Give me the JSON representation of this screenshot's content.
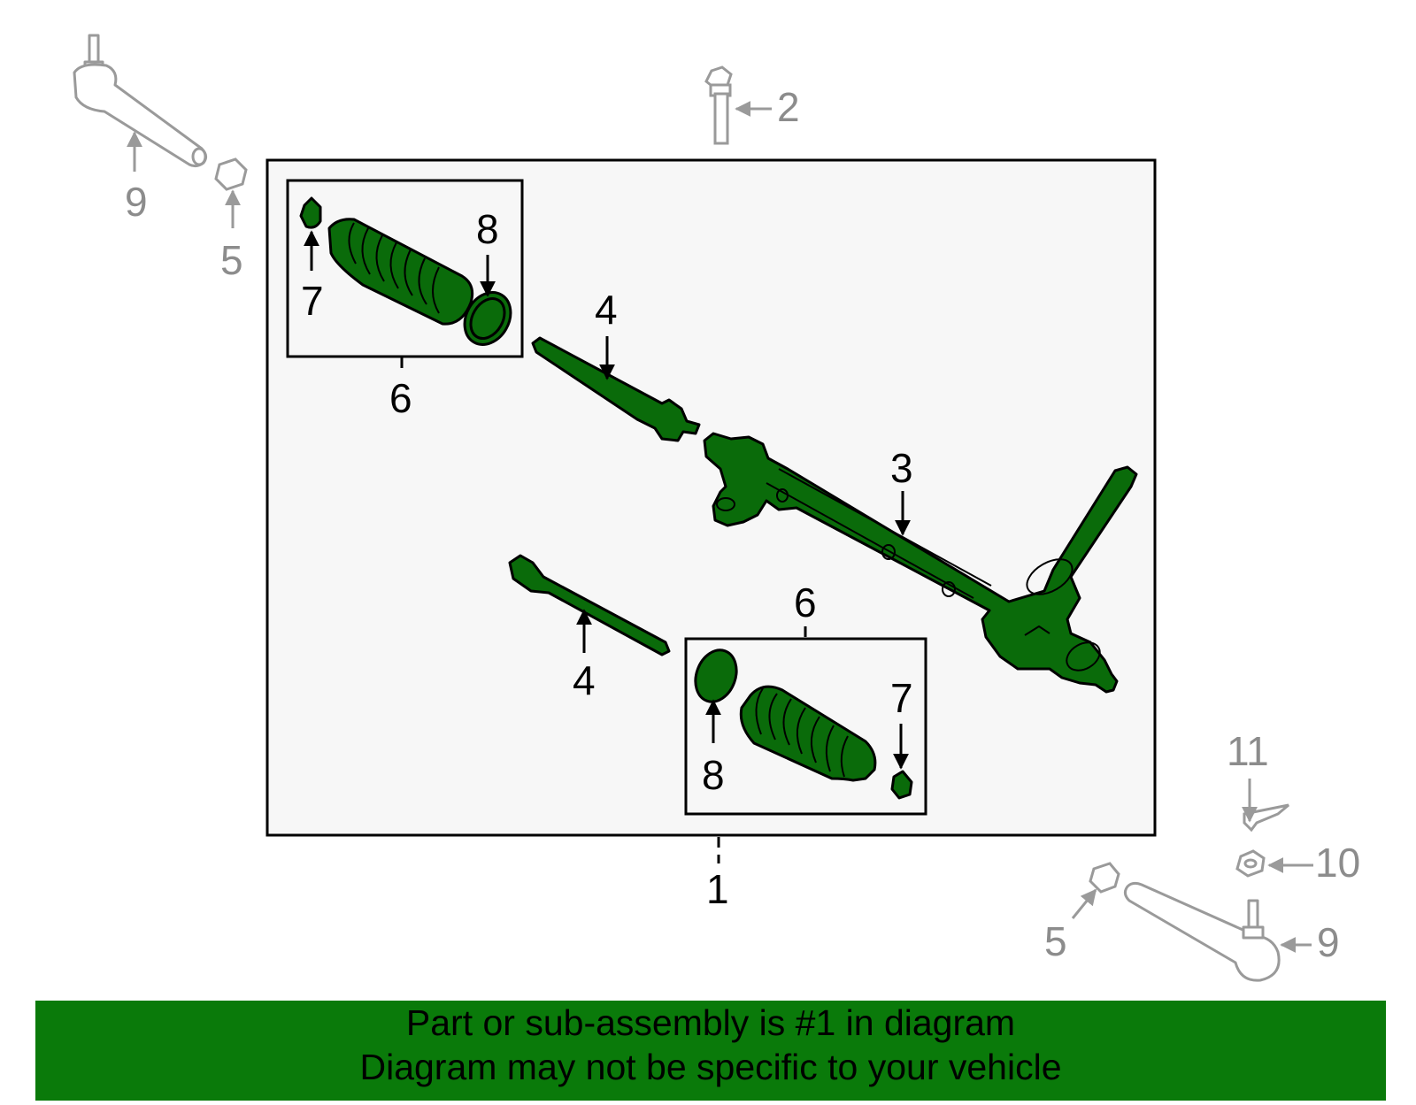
{
  "colors": {
    "part_fill": "#0a6b0a",
    "part_stroke": "#000000",
    "context_stroke": "#9a9a9a",
    "panel_fill": "#f7f7f7",
    "banner_bg": "#0a7a0a"
  },
  "callouts": {
    "c1": "1",
    "c2": "2",
    "c3": "3",
    "c4_top": "4",
    "c4_bottom": "4",
    "c5_left": "5",
    "c5_right": "5",
    "c6_top": "6",
    "c6_bottom": "6",
    "c7_top": "7",
    "c7_bottom": "7",
    "c8_top": "8",
    "c8_bottom": "8",
    "c9_left": "9",
    "c9_right": "9",
    "c10": "10",
    "c11": "11"
  },
  "banner": {
    "line1": "Part or sub-assembly is #1 in diagram",
    "line2": "Diagram may not be specific to your vehicle"
  }
}
